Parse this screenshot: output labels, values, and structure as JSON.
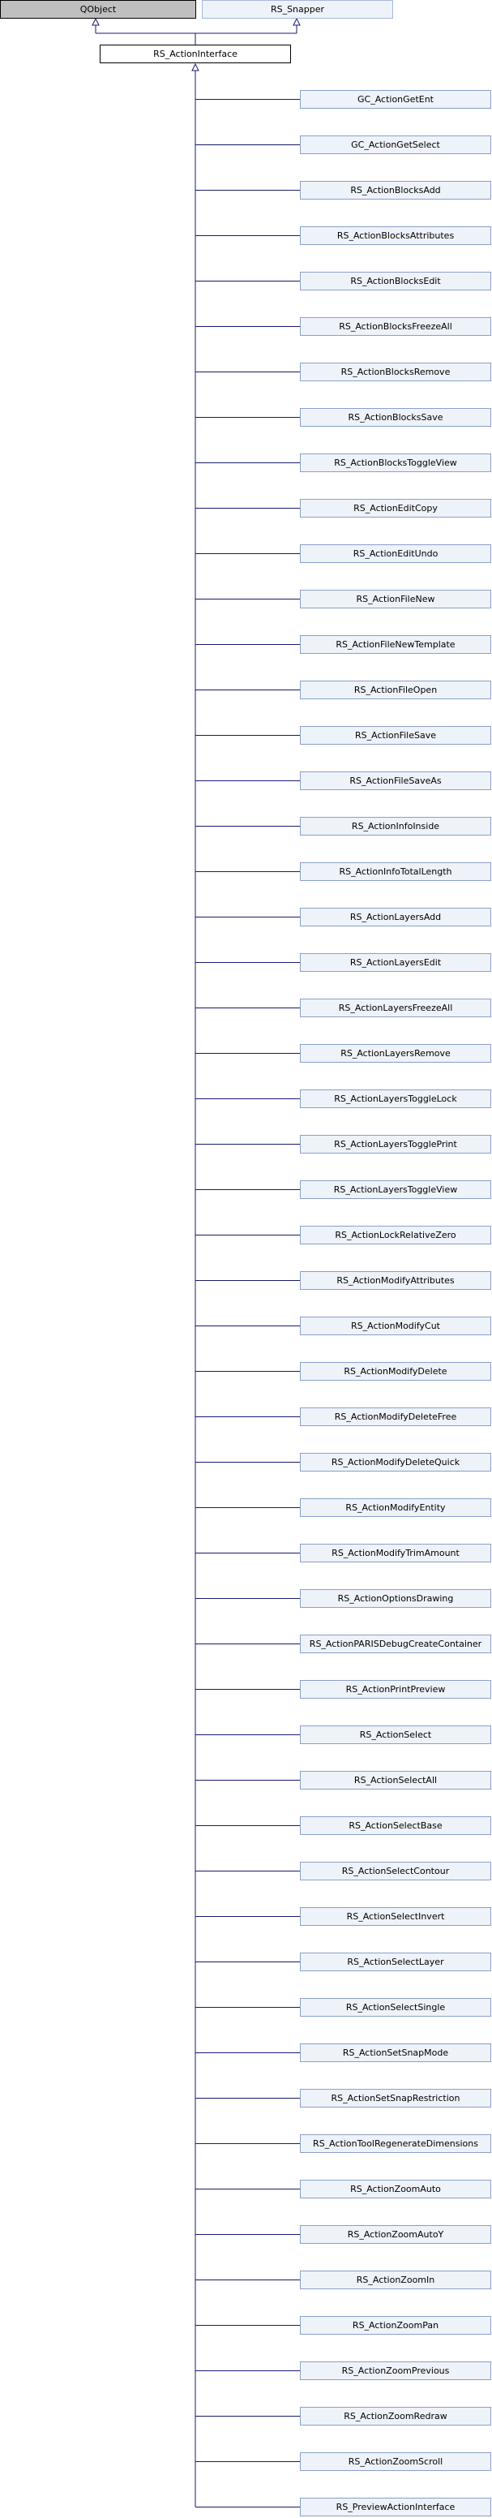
{
  "diagram": {
    "base_classes": [
      "QObject",
      "RS_Snapper"
    ],
    "interface_class": "RS_ActionInterface",
    "derived_classes": [
      "GC_ActionGetEnt",
      "GC_ActionGetSelect",
      "RS_ActionBlocksAdd",
      "RS_ActionBlocksAttributes",
      "RS_ActionBlocksEdit",
      "RS_ActionBlocksFreezeAll",
      "RS_ActionBlocksRemove",
      "RS_ActionBlocksSave",
      "RS_ActionBlocksToggleView",
      "RS_ActionEditCopy",
      "RS_ActionEditUndo",
      "RS_ActionFileNew",
      "RS_ActionFileNewTemplate",
      "RS_ActionFileOpen",
      "RS_ActionFileSave",
      "RS_ActionFileSaveAs",
      "RS_ActionInfoInside",
      "RS_ActionInfoTotalLength",
      "RS_ActionLayersAdd",
      "RS_ActionLayersEdit",
      "RS_ActionLayersFreezeAll",
      "RS_ActionLayersRemove",
      "RS_ActionLayersToggleLock",
      "RS_ActionLayersTogglePrint",
      "RS_ActionLayersToggleView",
      "RS_ActionLockRelativeZero",
      "RS_ActionModifyAttributes",
      "RS_ActionModifyCut",
      "RS_ActionModifyDelete",
      "RS_ActionModifyDeleteFree",
      "RS_ActionModifyDeleteQuick",
      "RS_ActionModifyEntity",
      "RS_ActionModifyTrimAmount",
      "RS_ActionOptionsDrawing",
      "RS_ActionPARISDebugCreateContainer",
      "RS_ActionPrintPreview",
      "RS_ActionSelect",
      "RS_ActionSelectAll",
      "RS_ActionSelectBase",
      "RS_ActionSelectContour",
      "RS_ActionSelectInvert",
      "RS_ActionSelectLayer",
      "RS_ActionSelectSingle",
      "RS_ActionSetSnapMode",
      "RS_ActionSetSnapRestriction",
      "RS_ActionToolRegenerateDimensions",
      "RS_ActionZoomAuto",
      "RS_ActionZoomAutoY",
      "RS_ActionZoomIn",
      "RS_ActionZoomPan",
      "RS_ActionZoomPrevious",
      "RS_ActionZoomRedraw",
      "RS_ActionZoomScroll",
      "RS_PreviewActionInterface"
    ]
  },
  "colors": {
    "edge": "#191970",
    "base_fill": "#bfbfbf",
    "node_fill": "#eef2f9",
    "node_border": "#8aa0cc",
    "interface_fill": "#ffffff"
  }
}
